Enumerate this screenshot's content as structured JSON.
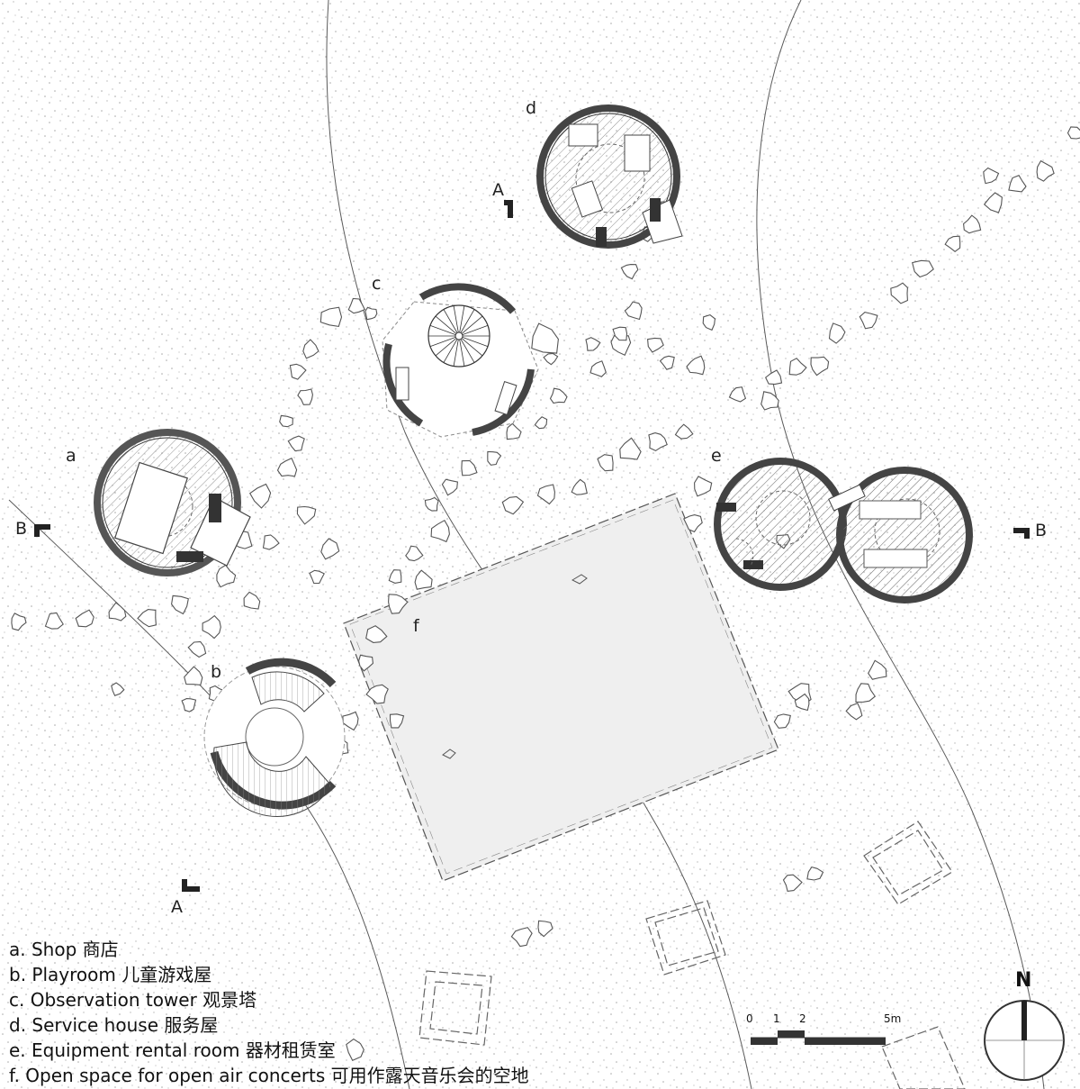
{
  "plan_labels": {
    "a": "a",
    "b": "b",
    "c": "c",
    "d": "d",
    "e": "e",
    "f": "f"
  },
  "section_marks": {
    "a_top": "A",
    "a_bottom": "A",
    "b_left": "B",
    "b_right": "B"
  },
  "legend": [
    "a. Shop 商店",
    "b. Playroom 儿童游戏屋",
    "c. Observation  tower  观景塔",
    "d. Service house 服务屋",
    "e. Equipment rental room 器材租赁室",
    "f. Open space for open air concerts 可用作露天音乐会的空地"
  ],
  "scale": {
    "t0": "0",
    "t1": "1",
    "t2": "2",
    "t5": "5m"
  },
  "north": "N",
  "colors": {
    "line": "#444444",
    "wall": "#555555",
    "plaza": "#efefef",
    "stone": "#666666",
    "dots": "#9a9a9a"
  }
}
